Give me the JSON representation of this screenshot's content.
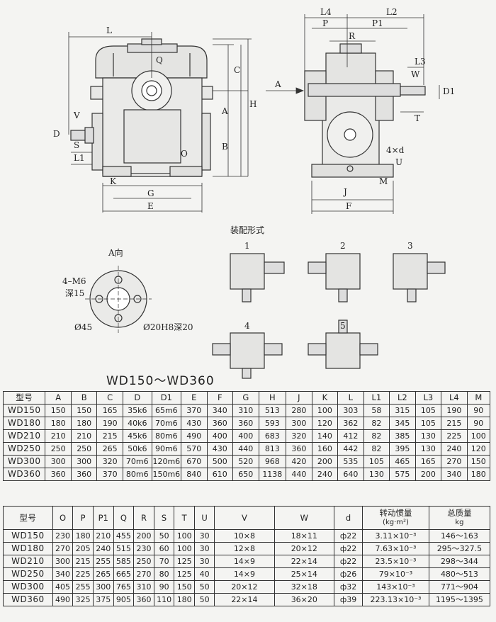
{
  "drawing": {
    "labels_front": {
      "L": "L",
      "Q": "Q",
      "C": "C",
      "A": "A",
      "H": "H",
      "B": "B",
      "O": "O",
      "V": "V",
      "D": "D",
      "S": "S",
      "L1": "L1",
      "K": "K",
      "G": "G",
      "E": "E"
    },
    "labels_side": {
      "L4": "L4",
      "L2": "L2",
      "P": "P",
      "P1": "P1",
      "R": "R",
      "L3": "L3",
      "W": "W",
      "D1": "D1",
      "T": "T",
      "arrow_A": "A",
      "bolts": "4×d",
      "U": "U",
      "J": "J",
      "M": "M",
      "F": "F"
    },
    "view_a": {
      "title": "A向",
      "bolt_note_1": "4–M6",
      "bolt_note_2": "深15",
      "dia": "Ø45",
      "bore": "Ø20H8深20"
    },
    "assembly": {
      "title": "装配形式",
      "forms": [
        "1",
        "2",
        "3",
        "4",
        "5"
      ]
    }
  },
  "model_title": "WD150～WD360",
  "table1": {
    "headers": [
      "型号",
      "A",
      "B",
      "C",
      "D",
      "D1",
      "E",
      "F",
      "G",
      "H",
      "J",
      "K",
      "L",
      "L1",
      "L2",
      "L3",
      "L4",
      "M"
    ],
    "rows": [
      [
        "WD150",
        "150",
        "150",
        "165",
        "35k6",
        "65m6",
        "370",
        "340",
        "310",
        "513",
        "280",
        "100",
        "303",
        "58",
        "315",
        "105",
        "190",
        "90"
      ],
      [
        "WD180",
        "180",
        "180",
        "190",
        "40k6",
        "70m6",
        "430",
        "360",
        "360",
        "593",
        "300",
        "120",
        "362",
        "82",
        "345",
        "105",
        "215",
        "90"
      ],
      [
        "WD210",
        "210",
        "210",
        "215",
        "45k6",
        "80m6",
        "490",
        "400",
        "400",
        "683",
        "320",
        "140",
        "412",
        "82",
        "385",
        "130",
        "225",
        "100"
      ],
      [
        "WD250",
        "250",
        "250",
        "265",
        "50k6",
        "90m6",
        "570",
        "430",
        "440",
        "813",
        "360",
        "160",
        "442",
        "82",
        "395",
        "130",
        "240",
        "120"
      ],
      [
        "WD300",
        "300",
        "300",
        "320",
        "70m6",
        "120m6",
        "670",
        "500",
        "520",
        "968",
        "420",
        "200",
        "535",
        "105",
        "465",
        "165",
        "270",
        "150"
      ],
      [
        "WD360",
        "360",
        "360",
        "370",
        "80m6",
        "150m6",
        "840",
        "610",
        "650",
        "1138",
        "440",
        "240",
        "640",
        "130",
        "575",
        "200",
        "340",
        "180"
      ]
    ]
  },
  "table2": {
    "headers": [
      "型号",
      "O",
      "P",
      "P1",
      "Q",
      "R",
      "S",
      "T",
      "U",
      "V",
      "W",
      "d"
    ],
    "inertia_header": "转动惯量",
    "inertia_unit": "(kg·m²)",
    "mass_header": "总质量",
    "mass_unit": "kg",
    "rows": [
      [
        "WD150",
        "230",
        "180",
        "210",
        "455",
        "200",
        "50",
        "100",
        "30",
        "10×8",
        "18×11",
        "ф22",
        "3.11×10⁻³",
        "146～163"
      ],
      [
        "WD180",
        "270",
        "205",
        "240",
        "515",
        "230",
        "60",
        "100",
        "30",
        "12×8",
        "20×12",
        "ф22",
        "7.63×10⁻³",
        "295～327.5"
      ],
      [
        "WD210",
        "300",
        "215",
        "255",
        "585",
        "250",
        "70",
        "125",
        "30",
        "14×9",
        "22×14",
        "ф22",
        "23.5×10⁻³",
        "298～344"
      ],
      [
        "WD250",
        "340",
        "225",
        "265",
        "665",
        "270",
        "80",
        "125",
        "40",
        "14×9",
        "25×14",
        "ф26",
        "79×10⁻³",
        "480～513"
      ],
      [
        "WD300",
        "405",
        "255",
        "300",
        "765",
        "310",
        "90",
        "150",
        "50",
        "20×12",
        "32×18",
        "ф32",
        "143×10⁻³",
        "771～904"
      ],
      [
        "WD360",
        "490",
        "325",
        "375",
        "905",
        "360",
        "110",
        "180",
        "50",
        "22×14",
        "36×20",
        "ф39",
        "223.13×10⁻³",
        "1195～1395"
      ]
    ]
  }
}
